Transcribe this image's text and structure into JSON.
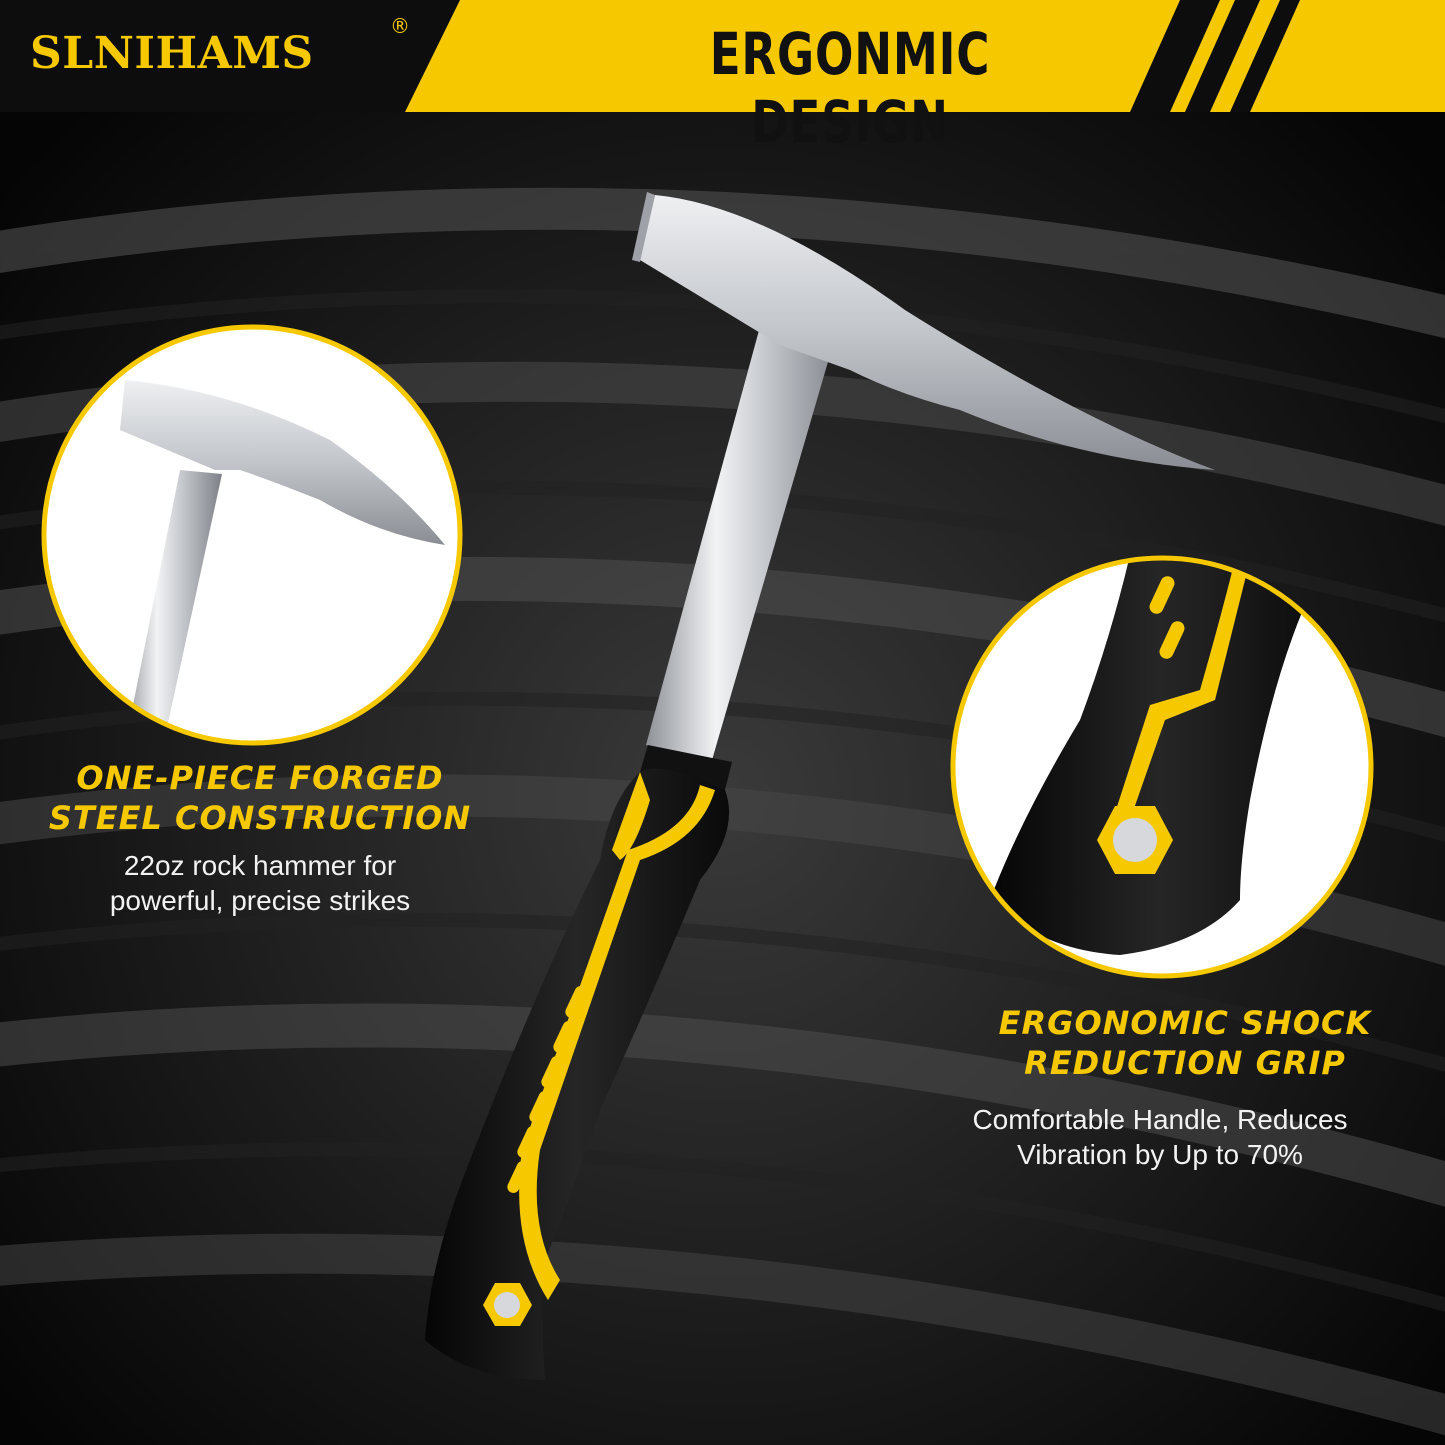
{
  "brand": {
    "name": "SLNIHAMS",
    "registered_mark": "®"
  },
  "banner": {
    "title": "ERGONMIC DESIGN"
  },
  "features": [
    {
      "heading_line1": "ONE-PIECE FORGED",
      "heading_line2": "STEEL CONSTRUCTION",
      "text_line1": "22oz rock hammer for",
      "text_line2": "powerful, precise strikes"
    },
    {
      "heading_line1": "ERGONOMIC SHOCK",
      "heading_line2": "REDUCTION GRIP",
      "text_line1": "Comfortable Handle, Reduces",
      "text_line2": "Vibration by Up to 70%"
    }
  ],
  "colors": {
    "accent": "#f5c800",
    "background": "#0b0b0b",
    "banner_left": "#111111",
    "steel": "#c9ccd1",
    "grip": "#1a1a1a"
  },
  "icons": [
    "rock-hammer-icon",
    "hammer-head-closeup",
    "grip-closeup"
  ]
}
